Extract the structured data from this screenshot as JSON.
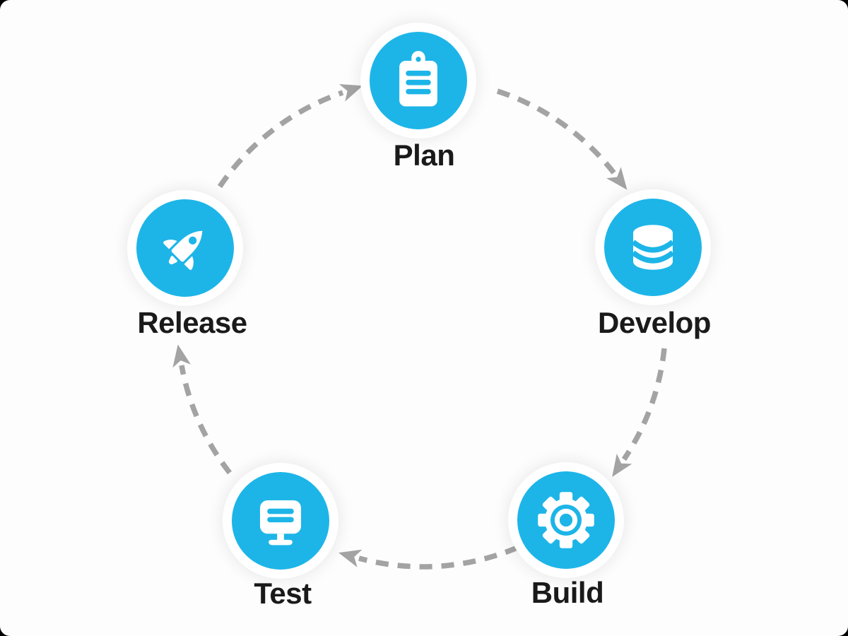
{
  "colors": {
    "accent": "#1db5e8",
    "arrow": "#a3a3a3",
    "label": "#1a1a1a",
    "canvas-bg": "#fdfdfd",
    "outer-bg": "#000000"
  },
  "diagram": {
    "type": "cycle",
    "direction": "clockwise",
    "arrow_style": "dashed",
    "nodes": [
      {
        "id": "plan",
        "label": "Plan",
        "icon": "clipboard-icon"
      },
      {
        "id": "develop",
        "label": "Develop",
        "icon": "database-icon"
      },
      {
        "id": "build",
        "label": "Build",
        "icon": "gear-icon"
      },
      {
        "id": "test",
        "label": "Test",
        "icon": "monitor-icon"
      },
      {
        "id": "release",
        "label": "Release",
        "icon": "rocket-icon"
      }
    ],
    "arrows": [
      {
        "from": "Plan",
        "to": "Develop"
      },
      {
        "from": "Develop",
        "to": "Build"
      },
      {
        "from": "Build",
        "to": "Test"
      },
      {
        "from": "Test",
        "to": "Release"
      },
      {
        "from": "Release",
        "to": "Plan"
      }
    ]
  }
}
